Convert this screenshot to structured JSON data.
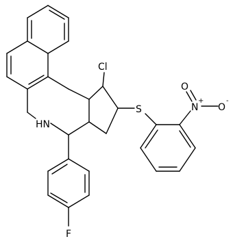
{
  "molecule": {
    "atoms": {
      "cl": "Cl",
      "s": "S",
      "nh": "HN",
      "f": "F",
      "n": "N",
      "n_charge": "+",
      "o_top": "O",
      "o_right": "O",
      "o_right_charge": "-"
    }
  },
  "colors": {
    "bond": "#000000",
    "text": "#000000",
    "background": "#ffffff"
  }
}
